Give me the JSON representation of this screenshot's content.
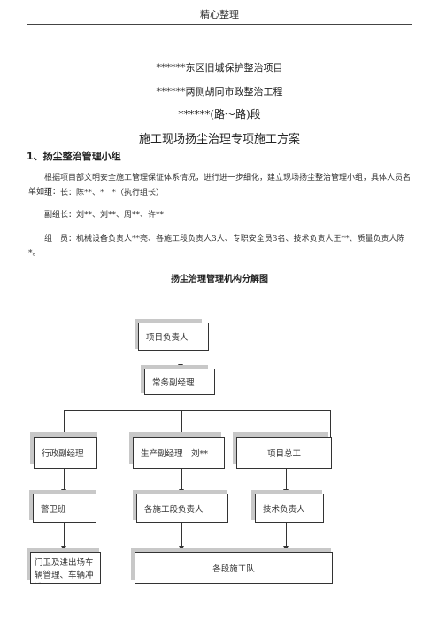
{
  "header": {
    "title": "精心整理"
  },
  "titles": {
    "line1": "******东区旧城保护整治项目",
    "line2": "******两侧胡同市政整治工程",
    "line3": "******(路～路)段",
    "line4": "施工现场扬尘治理专项施工方案"
  },
  "section1": {
    "heading": "1、扬尘整治管理小组",
    "para1": "根据项目部文明安全施工管理保证体系情况，进行进一步细化，建立现场扬尘整治管理小组，具体人员名单如下：",
    "leader": "组　长：陈**、*　*（执行组长）",
    "deputy": "副组长：刘**、刘**、周**、许**",
    "members": "组　员：机械设备负责人**亮、各施工段负责人3人、专职安全员3名、技术负责人王**、质量负责人陈*。"
  },
  "org_chart": {
    "title": "扬尘治理管理机构分解图",
    "nodes": {
      "project_lead": "项目负责人",
      "exec_deputy": "常务副经理",
      "admin_deputy": "行政副经理",
      "prod_deputy": "生产副经理　刘**",
      "chief_engineer": "项目总工",
      "guard_team": "警卫班",
      "section_leads": "各施工段负责人",
      "tech_lead": "技术负责人",
      "gate_mgmt": "门卫及进出场车辆管理、车辆冲洗",
      "work_teams": "各段施工队"
    }
  }
}
